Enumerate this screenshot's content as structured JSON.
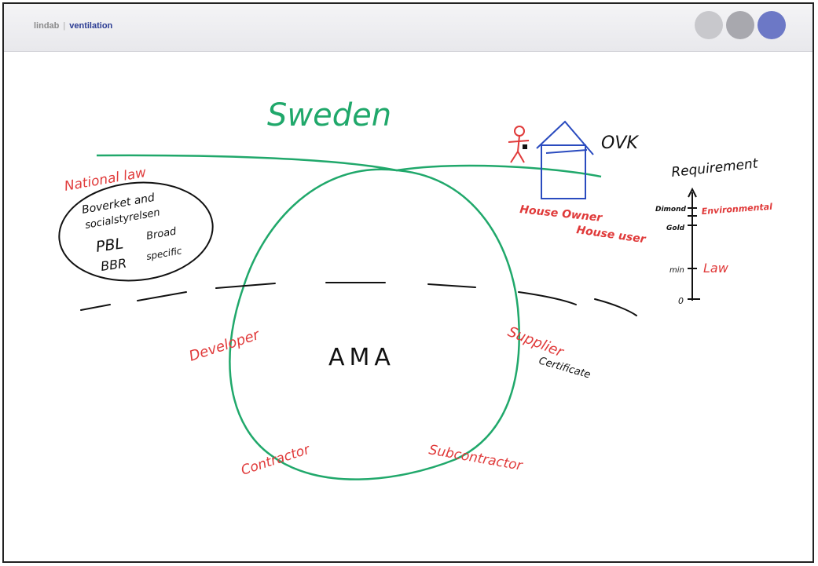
{
  "header": {
    "company": "lindab",
    "separator": "|",
    "product": "ventilation"
  },
  "nav_dots": [
    {
      "name": "nav-dot-1",
      "color": "#c8c8cc"
    },
    {
      "name": "nav-dot-2",
      "color": "#a8a8ae"
    },
    {
      "name": "nav-dot-3",
      "color": "#6c78c6"
    }
  ],
  "colors": {
    "green": "#20a86b",
    "red": "#e03a3a",
    "blue": "#2a4bbf",
    "black": "#111111",
    "brand": "#2b3c93"
  },
  "diagram": {
    "title": "Sweden",
    "national_law": {
      "label": "National law",
      "authorities_line1": "Boverket and",
      "authorities_line2": "socialstyrelsen",
      "pbl": "PBL",
      "broad": "Broad",
      "bbr": "BBR",
      "specific": "specific"
    },
    "house": {
      "ovk": "OVK",
      "house_owner": "House Owner",
      "house_user": "House user"
    },
    "requirement_scale": {
      "title": "Requirement",
      "ticks": [
        {
          "label": "Dimond",
          "note": "Environmental"
        },
        {
          "label": "Gold",
          "note": ""
        },
        {
          "label": "min",
          "note": "Law"
        },
        {
          "label": "0",
          "note": ""
        }
      ]
    },
    "circle": {
      "center_label": "AMA",
      "roles": {
        "developer": "Developer",
        "supplier": "Supplier",
        "certificate": "Certificate",
        "contractor": "Contractor",
        "subcontractor": "Subcontractor"
      }
    }
  }
}
